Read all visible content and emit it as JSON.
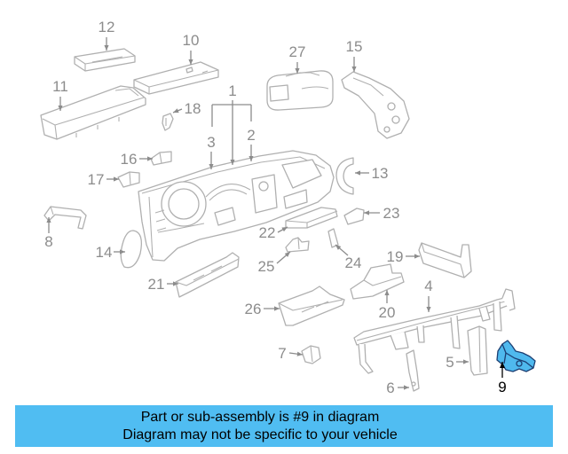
{
  "diagram": {
    "callouts": [
      "1",
      "2",
      "3",
      "4",
      "5",
      "6",
      "7",
      "8",
      "9",
      "10",
      "11",
      "12",
      "13",
      "14",
      "15",
      "16",
      "17",
      "18",
      "19",
      "20",
      "21",
      "22",
      "23",
      "24",
      "25",
      "26",
      "27"
    ]
  },
  "banner": {
    "line1": "Part or sub-assembly is #9 in diagram",
    "line2": "Diagram may not be specific to your vehicle"
  },
  "colors": {
    "banner_bg": "#50bdf2",
    "highlight_fill": "#4fb9ee",
    "highlight_stroke": "#1c3f73",
    "part_stroke": "#b0b0b0",
    "callout_text": "#8c8c8c",
    "active_callout": "#000000"
  }
}
